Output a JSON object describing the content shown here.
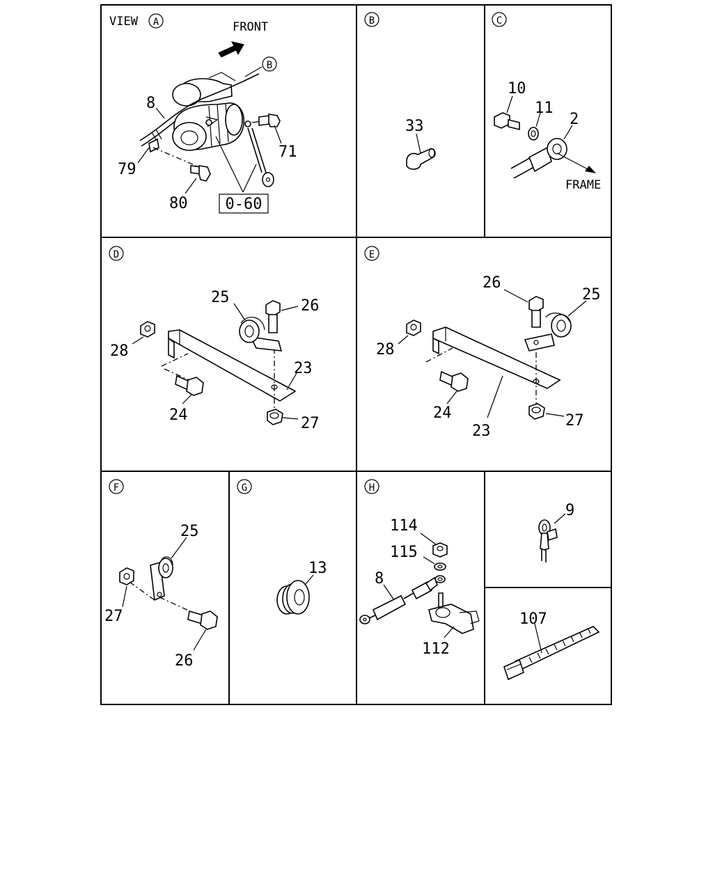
{
  "colors": {
    "ink": "#000000",
    "paper": "#ffffff"
  },
  "panels": {
    "a": {
      "view_prefix": "VIEW",
      "circle": "A",
      "front": "FRONT",
      "ref_circle": "B",
      "ref_box": "0-60",
      "callouts": {
        "p8": "8",
        "p79": "79",
        "p80": "80",
        "p71": "71"
      }
    },
    "b": {
      "circle": "B",
      "callouts": {
        "p33": "33"
      }
    },
    "c": {
      "circle": "C",
      "frame": "FRAME",
      "callouts": {
        "p10": "10",
        "p11": "11",
        "p2": "2"
      }
    },
    "d": {
      "circle": "D",
      "callouts": {
        "p25": "25",
        "p26": "26",
        "p28": "28",
        "p23": "23",
        "p24": "24",
        "p27": "27"
      }
    },
    "e": {
      "circle": "E",
      "callouts": {
        "p26": "26",
        "p25": "25",
        "p28": "28",
        "p24": "24",
        "p23": "23",
        "p27": "27"
      }
    },
    "f": {
      "circle": "F",
      "callouts": {
        "p25": "25",
        "p27": "27",
        "p26": "26"
      }
    },
    "g": {
      "circle": "G",
      "callouts": {
        "p13": "13"
      }
    },
    "h": {
      "circle": "H",
      "callouts": {
        "p114": "114",
        "p115": "115",
        "p8": "8",
        "p112": "112"
      }
    },
    "i": {
      "callouts": {
        "p9": "9"
      }
    },
    "j": {
      "callouts": {
        "p107": "107"
      }
    }
  }
}
